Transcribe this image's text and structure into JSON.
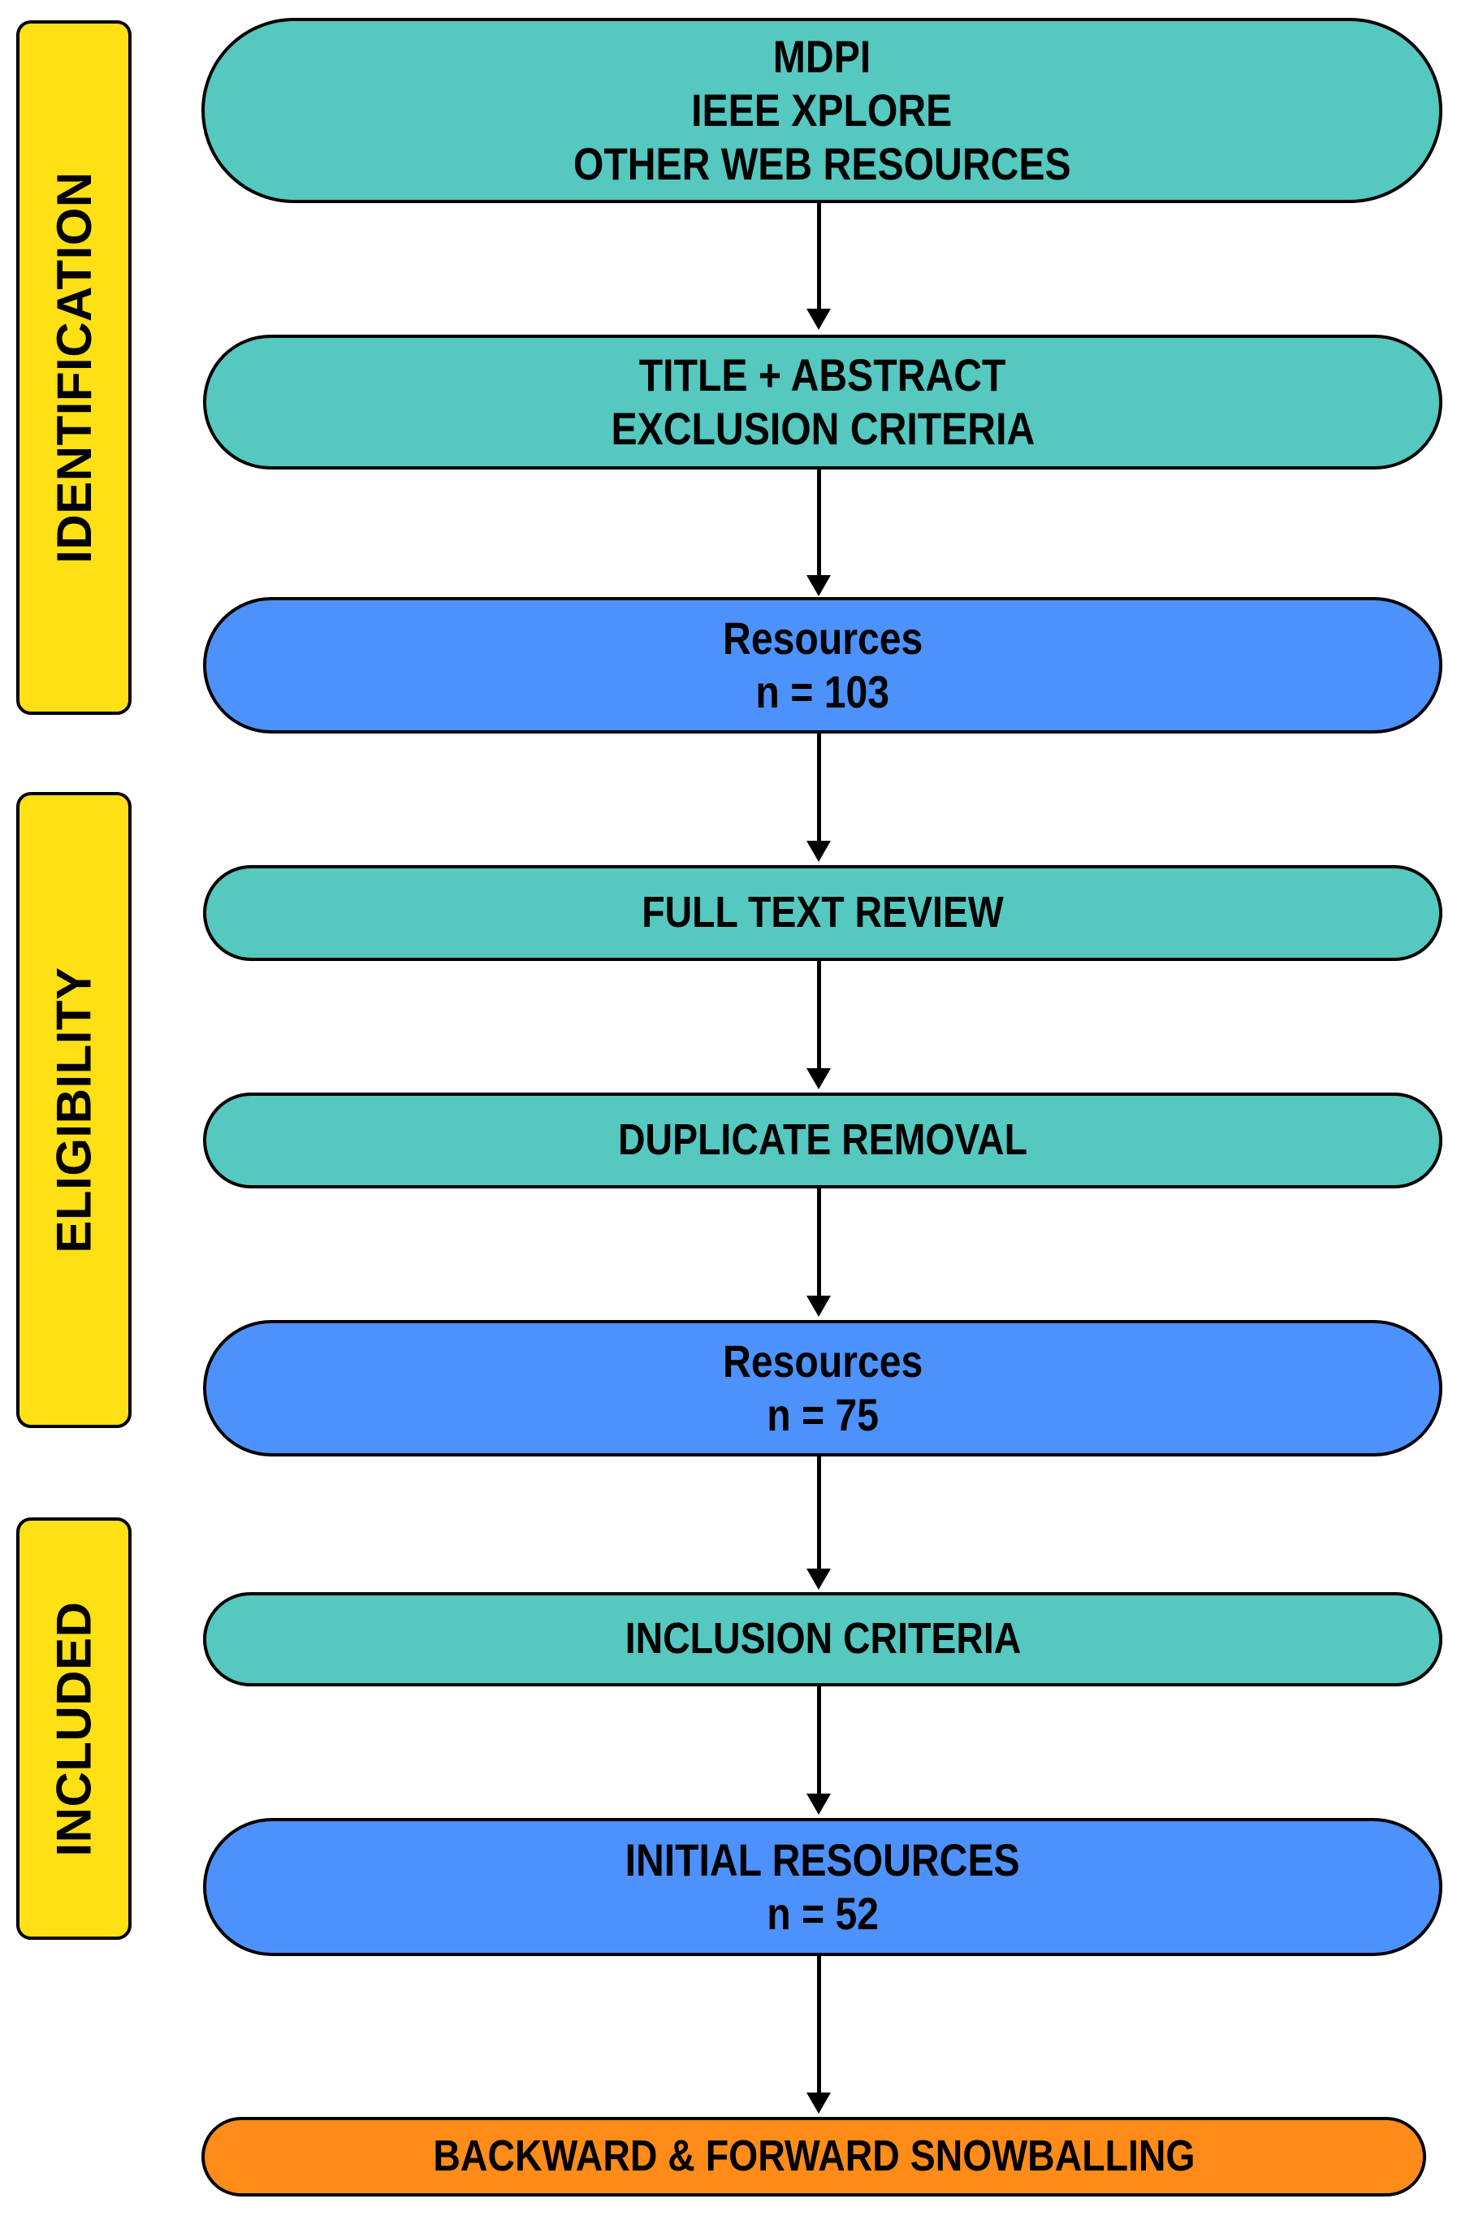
{
  "colors": {
    "phase_bar": "#FFE014",
    "process_box": "#55C8C0",
    "result_box": "#4D92FC",
    "snowball_box": "#FF8C19",
    "outline": "#000000",
    "background": "#FFFFFF"
  },
  "phases": [
    {
      "label": "IDENTIFICATION"
    },
    {
      "label": "ELIGIBILITY"
    },
    {
      "label": "INCLUDED"
    }
  ],
  "nodes": [
    {
      "id": "sources",
      "type": "process",
      "lines": [
        "MDPI",
        "IEEE XPLORE",
        "OTHER WEB RESOURCES"
      ]
    },
    {
      "id": "screening",
      "type": "process",
      "lines": [
        "TITLE + ABSTRACT",
        "EXCLUSION CRITERIA"
      ]
    },
    {
      "id": "resources-103",
      "type": "result",
      "lines": [
        "Resources",
        "n = 103"
      ],
      "count": 103
    },
    {
      "id": "full-text-review",
      "type": "process",
      "lines": [
        "FULL TEXT REVIEW"
      ]
    },
    {
      "id": "duplicate-removal",
      "type": "process",
      "lines": [
        "DUPLICATE REMOVAL"
      ]
    },
    {
      "id": "resources-75",
      "type": "result",
      "lines": [
        "Resources",
        "n = 75"
      ],
      "count": 75
    },
    {
      "id": "inclusion-criteria",
      "type": "process",
      "lines": [
        "INCLUSION CRITERIA"
      ]
    },
    {
      "id": "initial-resources-52",
      "type": "result",
      "lines": [
        "INITIAL RESOURCES",
        "n = 52"
      ],
      "count": 52
    },
    {
      "id": "snowballing",
      "type": "snowball",
      "lines": [
        "BACKWARD & FORWARD SNOWBALLING"
      ]
    }
  ],
  "text": {
    "phase1": "IDENTIFICATION",
    "phase2": "ELIGIBILITY",
    "phase3": "INCLUDED",
    "box1_line1": "MDPI",
    "box1_line2": "IEEE XPLORE",
    "box1_line3": "OTHER WEB RESOURCES",
    "box2_line1": "TITLE + ABSTRACT",
    "box2_line2": "EXCLUSION CRITERIA",
    "box3_line1": "Resources",
    "box3_line2": "n = 103",
    "box4_line1": "FULL TEXT REVIEW",
    "box5_line1": "DUPLICATE REMOVAL",
    "box6_line1": "Resources",
    "box6_line2": "n = 75",
    "box7_line1": "INCLUSION CRITERIA",
    "box8_line1": "INITIAL RESOURCES",
    "box8_line2": "n = 52",
    "box9_line1": "BACKWARD & FORWARD SNOWBALLING"
  }
}
